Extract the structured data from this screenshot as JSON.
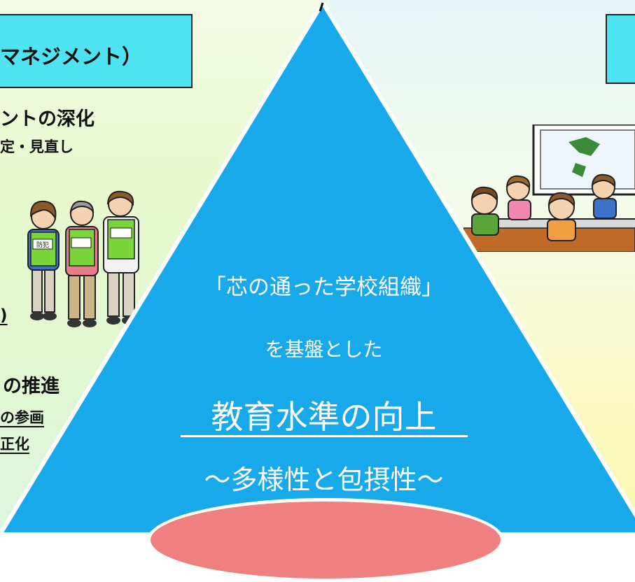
{
  "left": {
    "header": "マネジメント）",
    "line1": "ントの深化",
    "line2": "定・見直し",
    "line3": ")",
    "line4": "の推進",
    "line5": "の参画",
    "line6": "正化",
    "armband": "防犯"
  },
  "center": {
    "line1": "「芯の通った学校組織」",
    "line2": "を基盤とした",
    "title": "教育水準の向上",
    "subtitle": "～多様性と包摂性～"
  },
  "colors": {
    "triangle": "#17a9e9",
    "header_box": "#4fe3f2",
    "pink": "#f08080"
  },
  "icons": {
    "left_illustration": "patrol-volunteers-illustration",
    "right_illustration": "classroom-children-illustration"
  }
}
